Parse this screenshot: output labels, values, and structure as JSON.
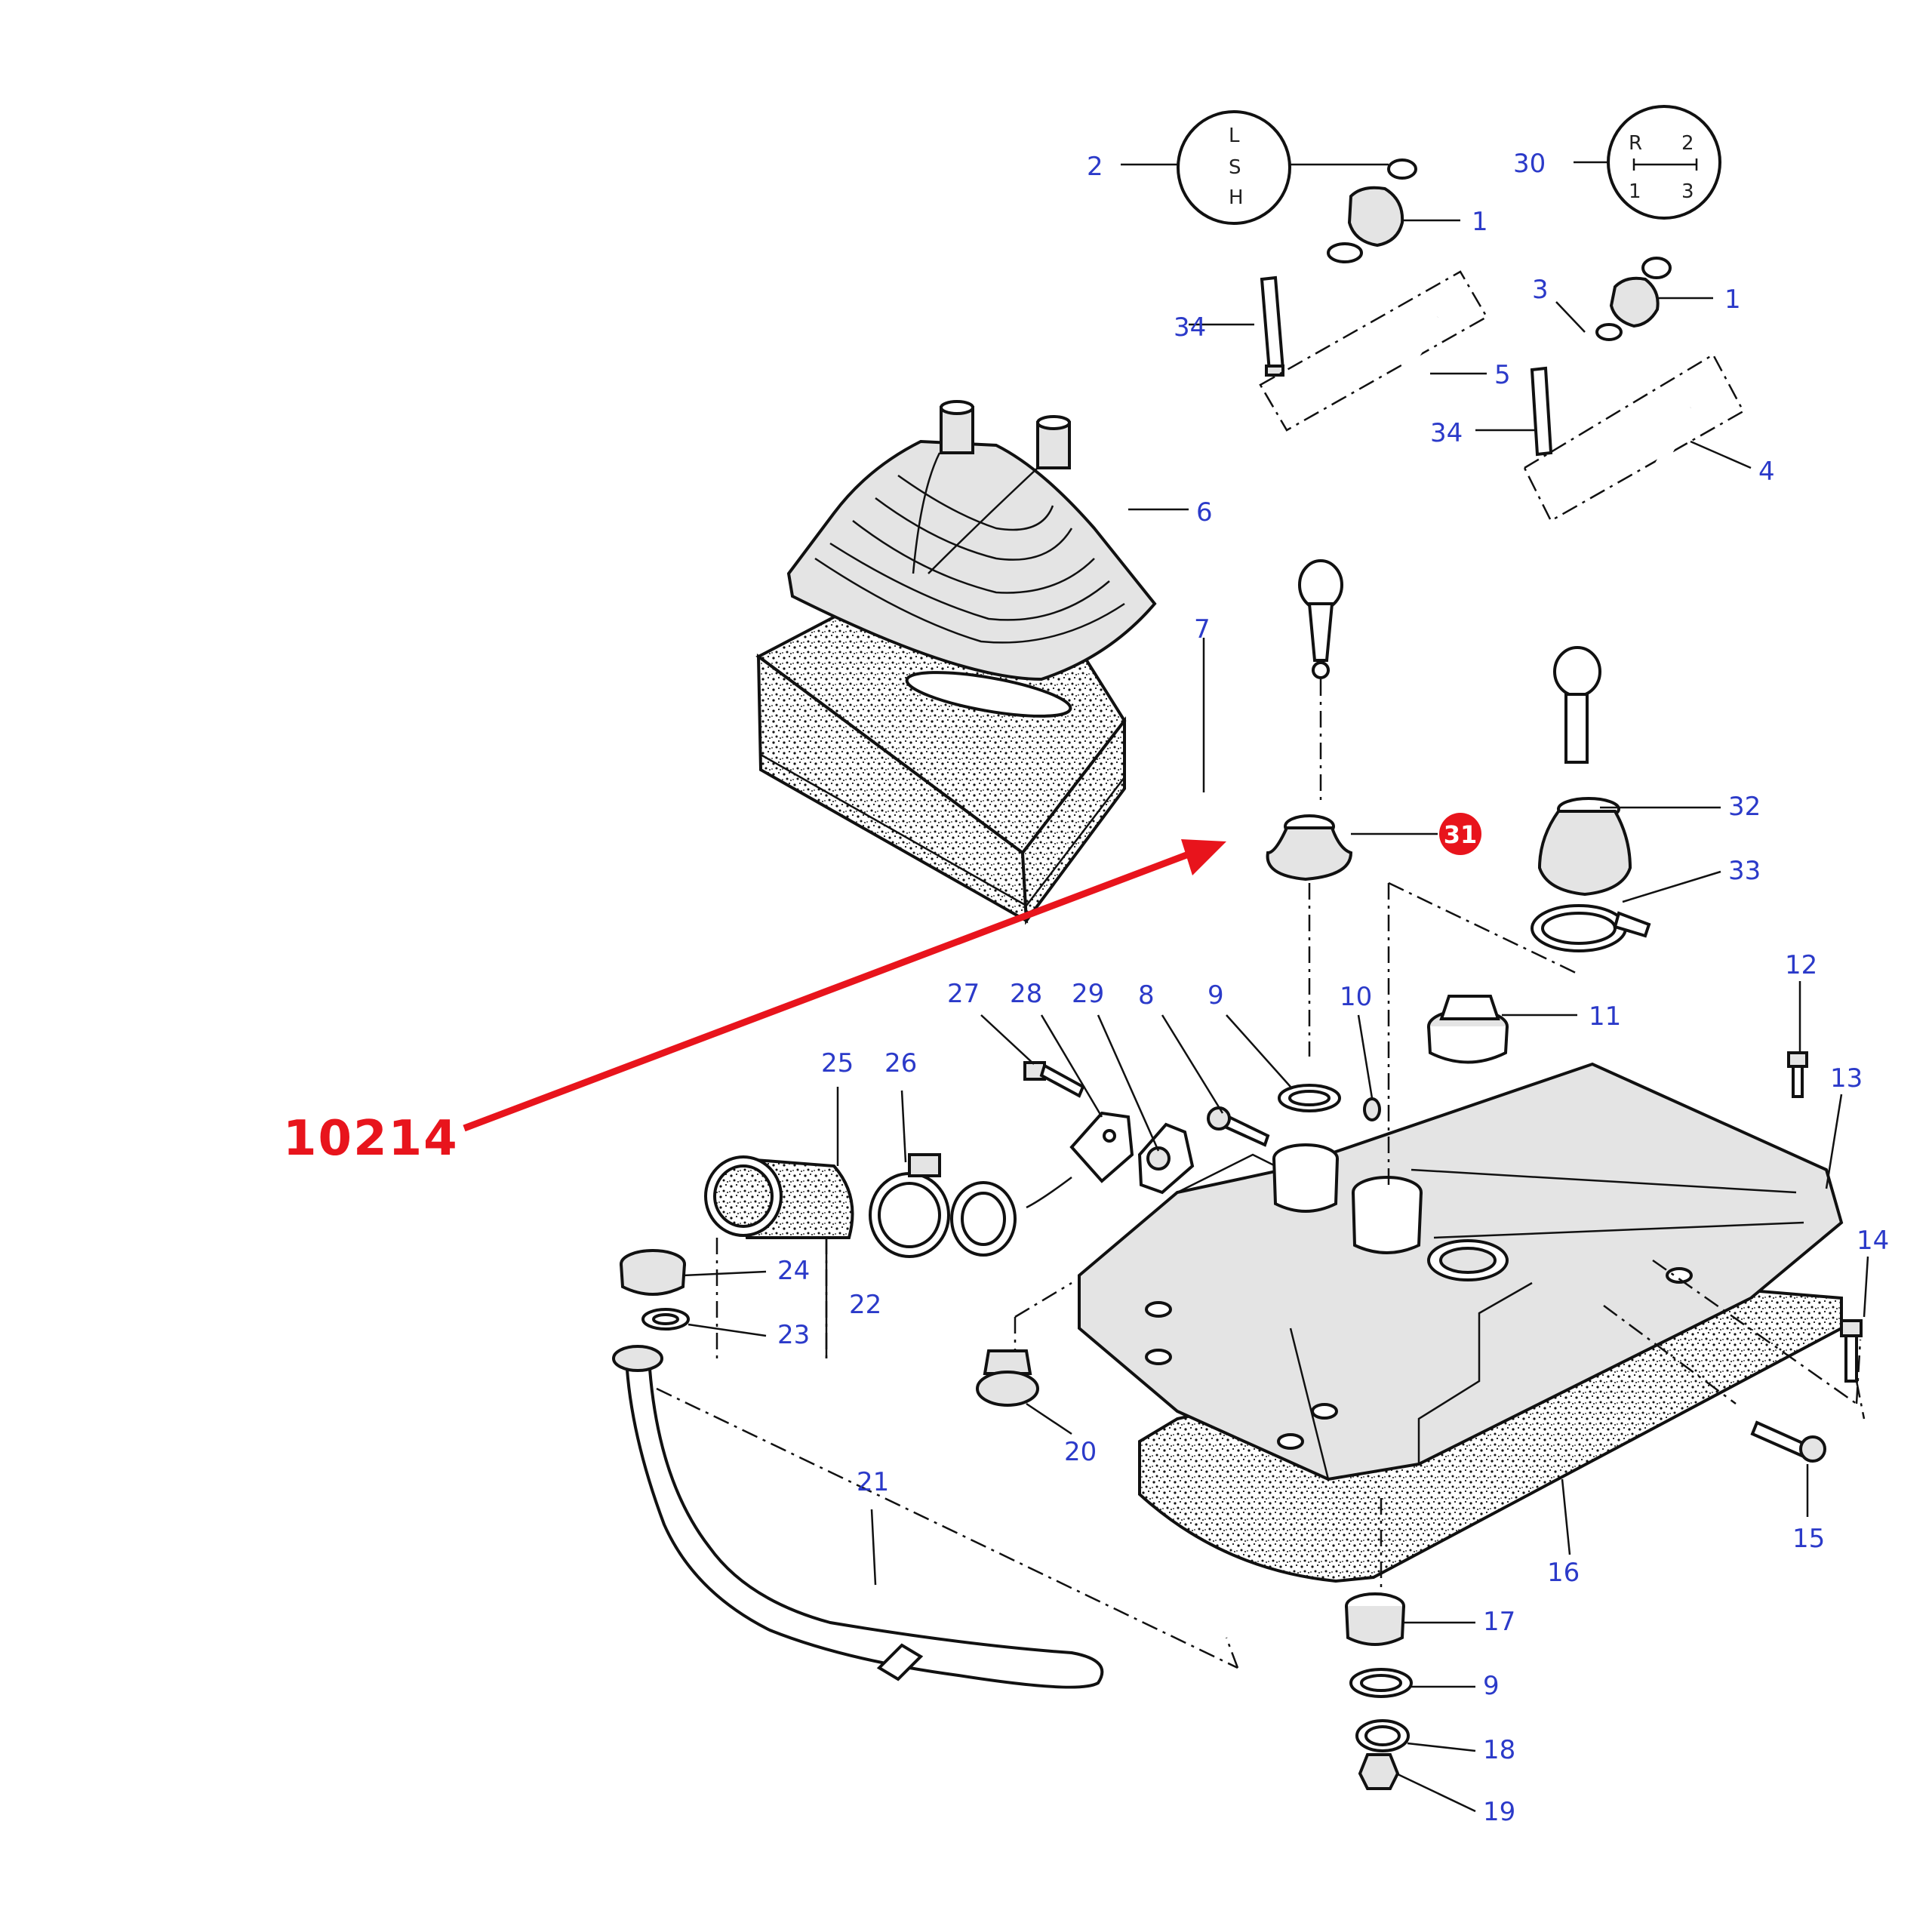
{
  "reference": {
    "code": "10214",
    "color": "#e8141c"
  },
  "highlight": {
    "part": "31",
    "color": "#e8141c"
  },
  "dials": [
    {
      "id": "range-dial",
      "callout": "2",
      "labels": [
        "L",
        "S",
        "H"
      ]
    },
    {
      "id": "gear-dial",
      "callout": "30",
      "labels": [
        "R",
        "2",
        "1",
        "3"
      ]
    }
  ],
  "callouts": [
    "1",
    "1",
    "2",
    "3",
    "4",
    "5",
    "6",
    "7",
    "8",
    "9",
    "9",
    "10",
    "11",
    "12",
    "13",
    "14",
    "15",
    "16",
    "17",
    "18",
    "19",
    "20",
    "21",
    "22",
    "23",
    "24",
    "25",
    "26",
    "27",
    "28",
    "29",
    "30",
    "31",
    "32",
    "33",
    "34",
    "34"
  ],
  "colors": {
    "callout": "#2b3ac9",
    "line": "#111111",
    "foam_dot": "#111111"
  }
}
